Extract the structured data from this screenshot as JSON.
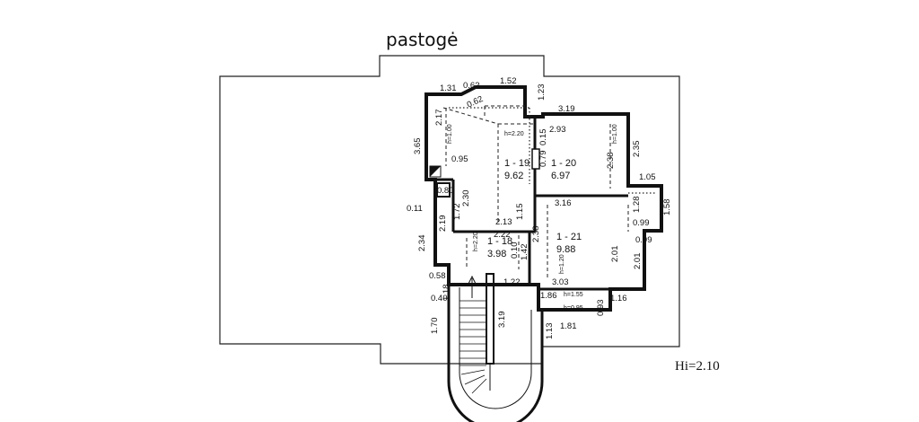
{
  "title": "pastogė",
  "height_note": "Hi=2.10",
  "rooms": [
    {
      "id": "1 - 18",
      "area": "3.98"
    },
    {
      "id": "1 - 19",
      "area": "9.62"
    },
    {
      "id": "1 - 20",
      "area": "6.97"
    },
    {
      "id": "1 - 21",
      "area": "9.88"
    }
  ],
  "heights": [
    "h=2.20",
    "h=2.20",
    "h=1.55",
    "h=0.95",
    "h=1.00",
    "h=1.00",
    "h=1.20"
  ],
  "dimensions": [
    "1.31",
    "0.62",
    "1.52",
    "0.62",
    "1.23",
    "3.19",
    "2.17",
    "2.93",
    "0.15",
    "0.79",
    "2.35",
    "3.65",
    "0.95",
    "2.38",
    "1.05",
    "0.80",
    "2.30",
    "1.15",
    "3.16",
    "1.28",
    "1.58",
    "0.11",
    "1.72",
    "2.13",
    "2.38",
    "0.99",
    "2.19",
    "2.22",
    "2.34",
    "1.42",
    "0.10",
    "0.99",
    "2.01",
    "2.01",
    "3.03",
    "0.58",
    "1.18",
    "1.22",
    "1.86",
    "1.16",
    "0.40",
    "0.93",
    "3.19",
    "1.70",
    "1.13",
    "1.81"
  ]
}
